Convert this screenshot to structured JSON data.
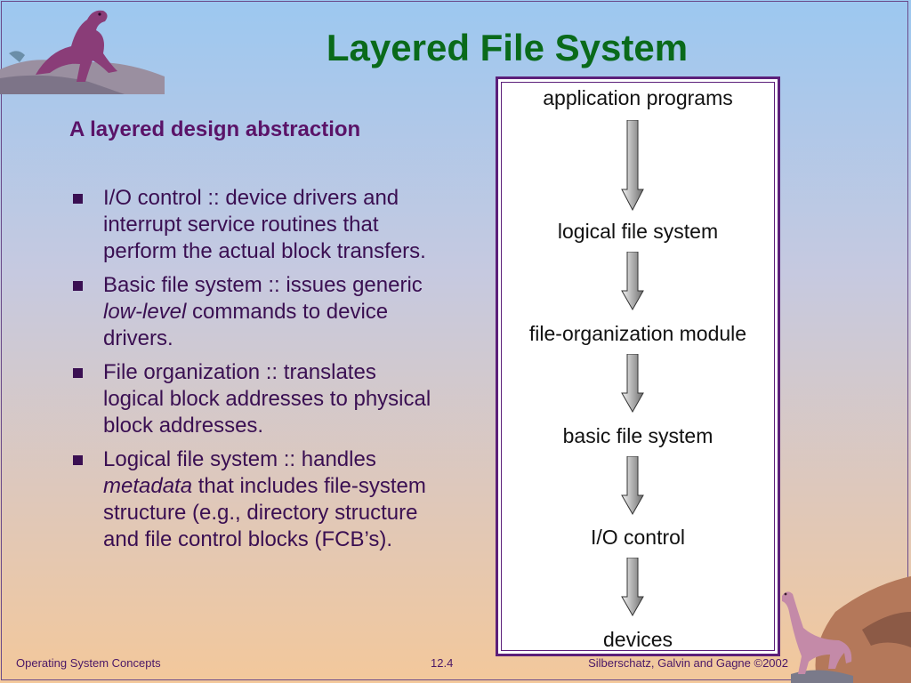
{
  "slide": {
    "title": "Layered File System",
    "subtitle": "A layered design abstraction",
    "bullets": [
      {
        "pre": "I/O control :: device drivers and interrupt service routines that perform the actual block transfers.",
        "em": "",
        "post": ""
      },
      {
        "pre": "Basic file system :: issues generic ",
        "em": "low-level",
        "post": " commands to device drivers."
      },
      {
        "pre": "File organization :: translates logical block addresses to physical block addresses.",
        "em": "",
        "post": ""
      },
      {
        "pre": "Logical file system :: handles ",
        "em": "metadata",
        "post": "  that includes file-system structure (e.g., directory structure  and file control blocks (FCB’s)."
      }
    ]
  },
  "diagram": {
    "layers": [
      "application programs",
      "logical file system",
      "file-organization module",
      "basic file system",
      "I/O control",
      "devices"
    ]
  },
  "footer": {
    "left": "Operating System Concepts",
    "center": "12.4",
    "right": "Silberschatz, Galvin and  Gagne ©2002"
  },
  "colors": {
    "title": "#0a6a1a",
    "text": "#3a0f52",
    "frame": "#5c1f7a"
  }
}
